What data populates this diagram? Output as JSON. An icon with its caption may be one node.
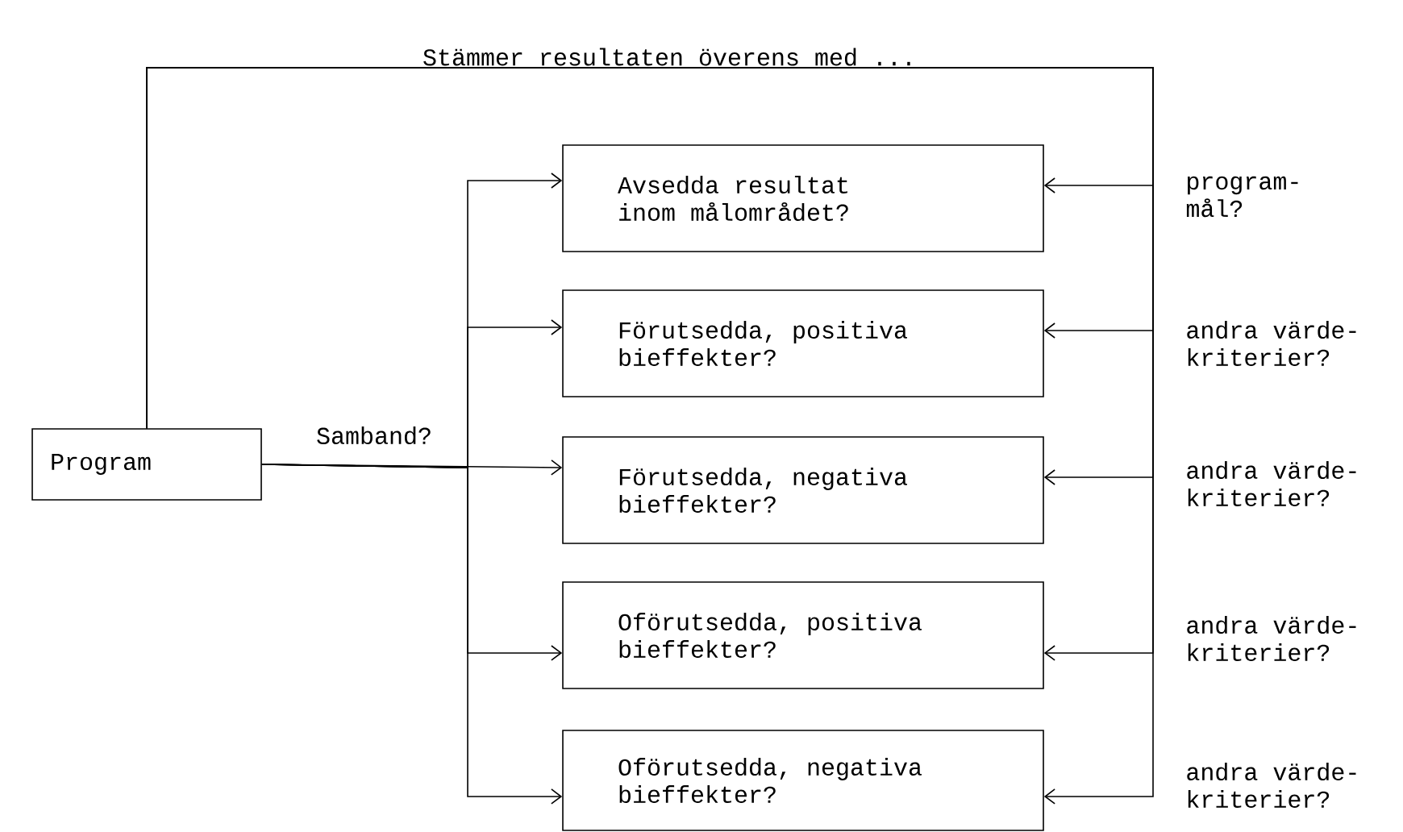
{
  "diagram": {
    "title": "Stämmer resultaten överens med ...",
    "nodes": [
      {
        "text": [
          "Program"
        ]
      },
      {
        "text": [
          "Avsedda resultat inom målområdet?"
        ]
      },
      {
        "text": [
          "Förutsedda, positiva bieffekter?"
        ]
      },
      {
        "text": [
          "Förutsedda, negativa bieffekter?"
        ]
      },
      {
        "text": [
          "Oförutsedda, positiva bieffekter?"
        ]
      },
      {
        "text": [
          "Oförutsedda, negativa bieffekter?"
        ]
      }
    ],
    "edges": [
      {
        "from": 0,
        "to": 1,
        "arrow": "to"
      },
      {
        "from": 0,
        "to": 2,
        "arrow": "to"
      },
      {
        "from": 0,
        "to": 3,
        "arrow": "to",
        "label": "Samband?"
      },
      {
        "from": 0,
        "to": 4,
        "arrow": "to"
      },
      {
        "from": 0,
        "to": 5,
        "arrow": "to"
      },
      {
        "from": 0,
        "to": 1,
        "arrow": "to"
      },
      {
        "from": 0,
        "to": 2,
        "arrow": "to"
      },
      {
        "from": 0,
        "to": 3,
        "arrow": "to"
      },
      {
        "from": 0,
        "to": 4,
        "arrow": "to"
      },
      {
        "from": 0,
        "to": 5,
        "arrow": "to"
      }
    ],
    "labels": [
      "program- mål?",
      "andra värde- kriterier?",
      "andra värde- kriterier?",
      "andra värde- kriterier?",
      "andra värde- kriterier?"
    ]
  }
}
